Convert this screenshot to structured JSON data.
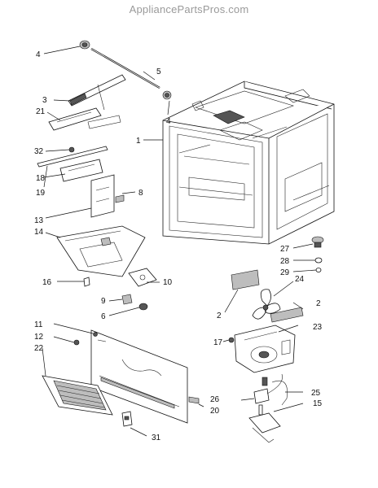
{
  "watermark": "AppliancePartsPros.com",
  "callouts": {
    "c4a": "4",
    "c5": "5",
    "c3": "3",
    "c21": "21",
    "c4b": "4",
    "c1": "1",
    "c32": "32",
    "c19": "19",
    "c18": "18",
    "c8": "8",
    "c13": "13",
    "c14": "14",
    "c27": "27",
    "c28": "28",
    "c29": "29",
    "c16": "16",
    "c10": "10",
    "c24": "24",
    "c2a": "2",
    "c2b": "2",
    "c9": "9",
    "c6": "6",
    "c23": "23",
    "c11": "11",
    "c12": "12",
    "c17": "17",
    "c22": "22",
    "c25": "25",
    "c26": "26",
    "c20": "20",
    "c15": "15",
    "c31": "31"
  }
}
